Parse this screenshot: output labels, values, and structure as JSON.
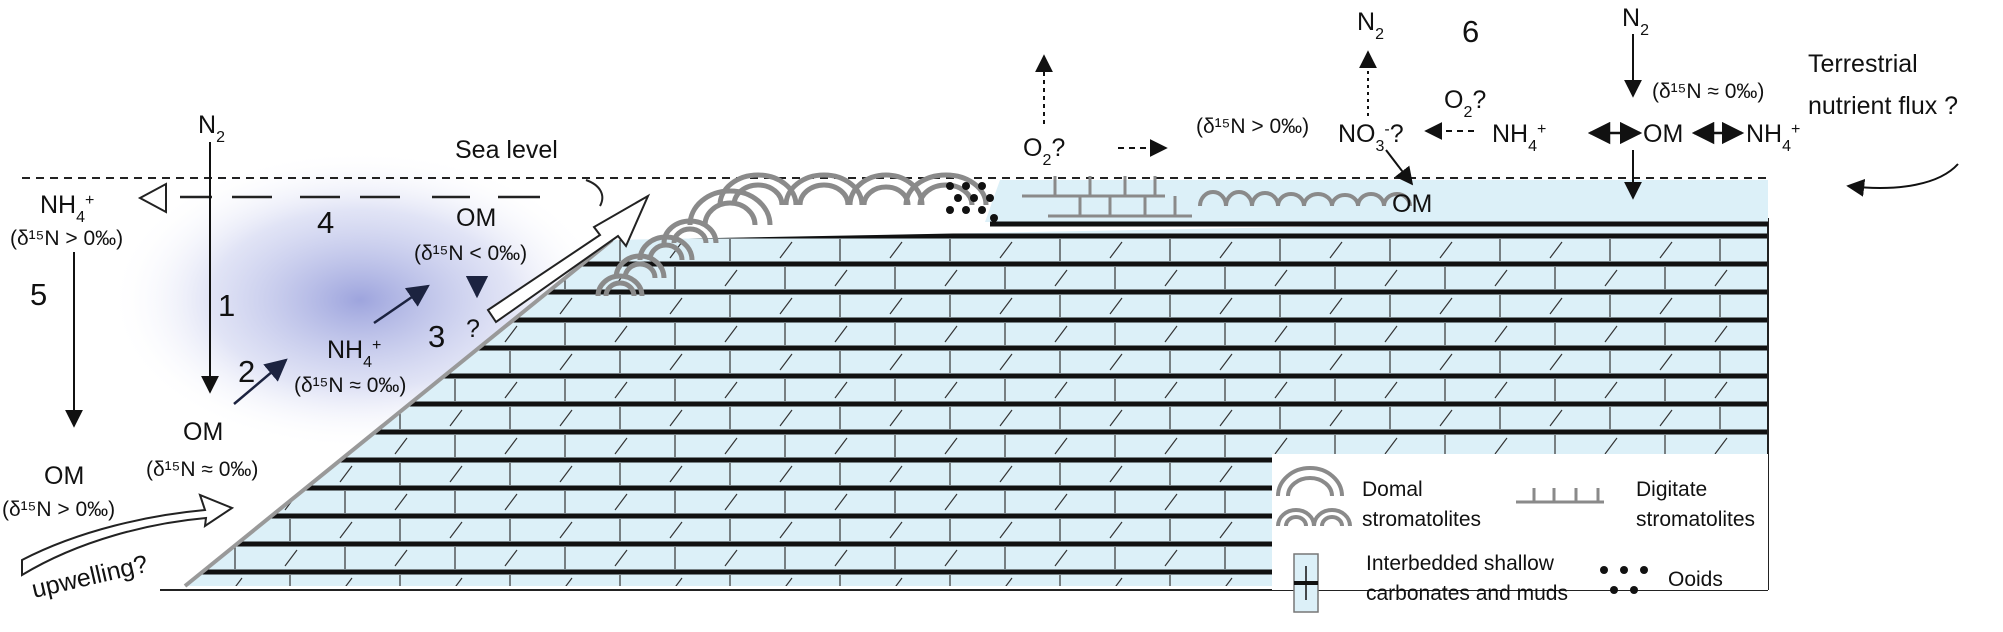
{
  "labels": {
    "sea_level": "Sea level",
    "terrestrial_line1": "Terrestrial",
    "terrestrial_line2": "nutrient flux ?",
    "upwelling": "upwelling?",
    "n2": "N",
    "n2_sub": "2",
    "nh4": "NH",
    "nh4_sub": "4",
    "nh4_sup": "+",
    "om": "OM",
    "o2q": "O",
    "o2q_sub": "2",
    "o2q_tail": "?",
    "no3": "NO",
    "no3_sub": "3",
    "no3_sup": "-",
    "no3_tail": "?",
    "question": "?",
    "d15n_gt0": "(δ¹⁵N > 0‰)",
    "d15n_lt0": "(δ¹⁵N < 0‰)",
    "d15n_approx0": "(δ¹⁵N ≈ 0‰)"
  },
  "numbers": {
    "n1": "1",
    "n2": "2",
    "n3": "3",
    "n4": "4",
    "n5": "5",
    "n6": "6"
  },
  "legend": {
    "domal_1": "Domal",
    "domal_2": "stromatolites",
    "digitate_1": "Digitate",
    "digitate_2": "stromatolites",
    "interbedded_1": "Interbedded shallow",
    "interbedded_2": "carbonates and muds",
    "ooids": "Ooids"
  },
  "colors": {
    "carbonate_fill": "#dcf0f8",
    "mud_band": "#111111",
    "stromatolite_gray": "#8a8a8a",
    "plume_blue": "#8a95d8"
  }
}
